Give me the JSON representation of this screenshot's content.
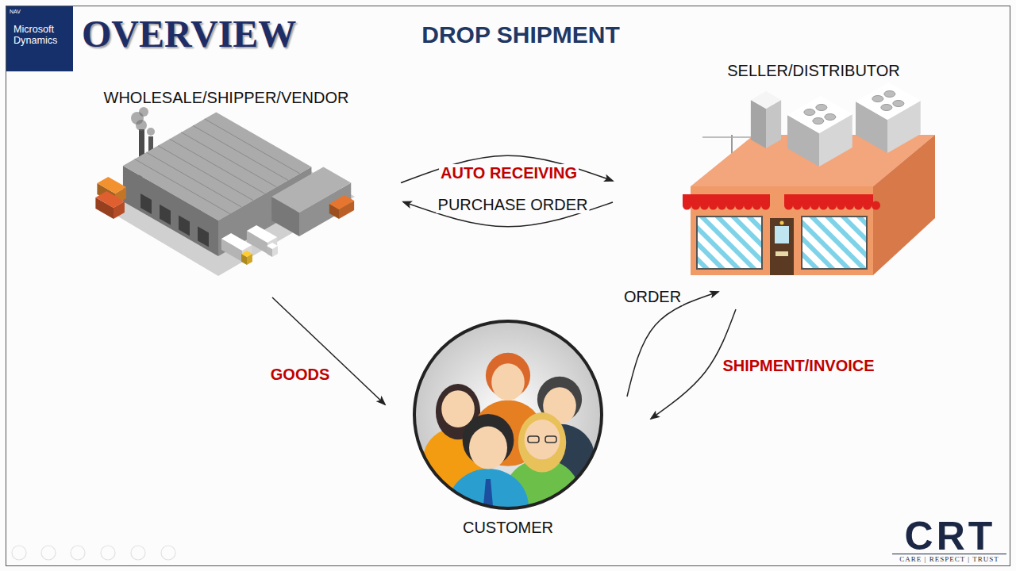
{
  "diagram": {
    "title": "OVERVIEW",
    "nodes": [
      {
        "text": [
          "NAV",
          "Microsoft Dynamics"
        ]
      },
      {
        "text": [
          "WHOLESALE/SHIPPER/VENDOR"
        ]
      },
      {
        "text": [
          "SELLER/DISTRIBUTOR"
        ]
      },
      {
        "text": [
          "CUSTOMER"
        ]
      }
    ],
    "edges": [
      {
        "from": 1,
        "to": 2,
        "label": "AUTO RECEIVING",
        "arrow": "to"
      },
      {
        "from": 2,
        "to": 1,
        "label": "PURCHASE ORDER",
        "arrow": "to"
      },
      {
        "from": 1,
        "to": 3,
        "label": "GOODS",
        "arrow": "to"
      },
      {
        "from": 3,
        "to": 2,
        "label": "ORDER",
        "arrow": "to"
      },
      {
        "from": 2,
        "to": 3,
        "label": "SHIPMENT/INVOICE",
        "arrow": "to"
      }
    ],
    "labels": [
      "DROP SHIPMENT",
      "CRT",
      "CARE | RESPECT | TRUST"
    ]
  }
}
